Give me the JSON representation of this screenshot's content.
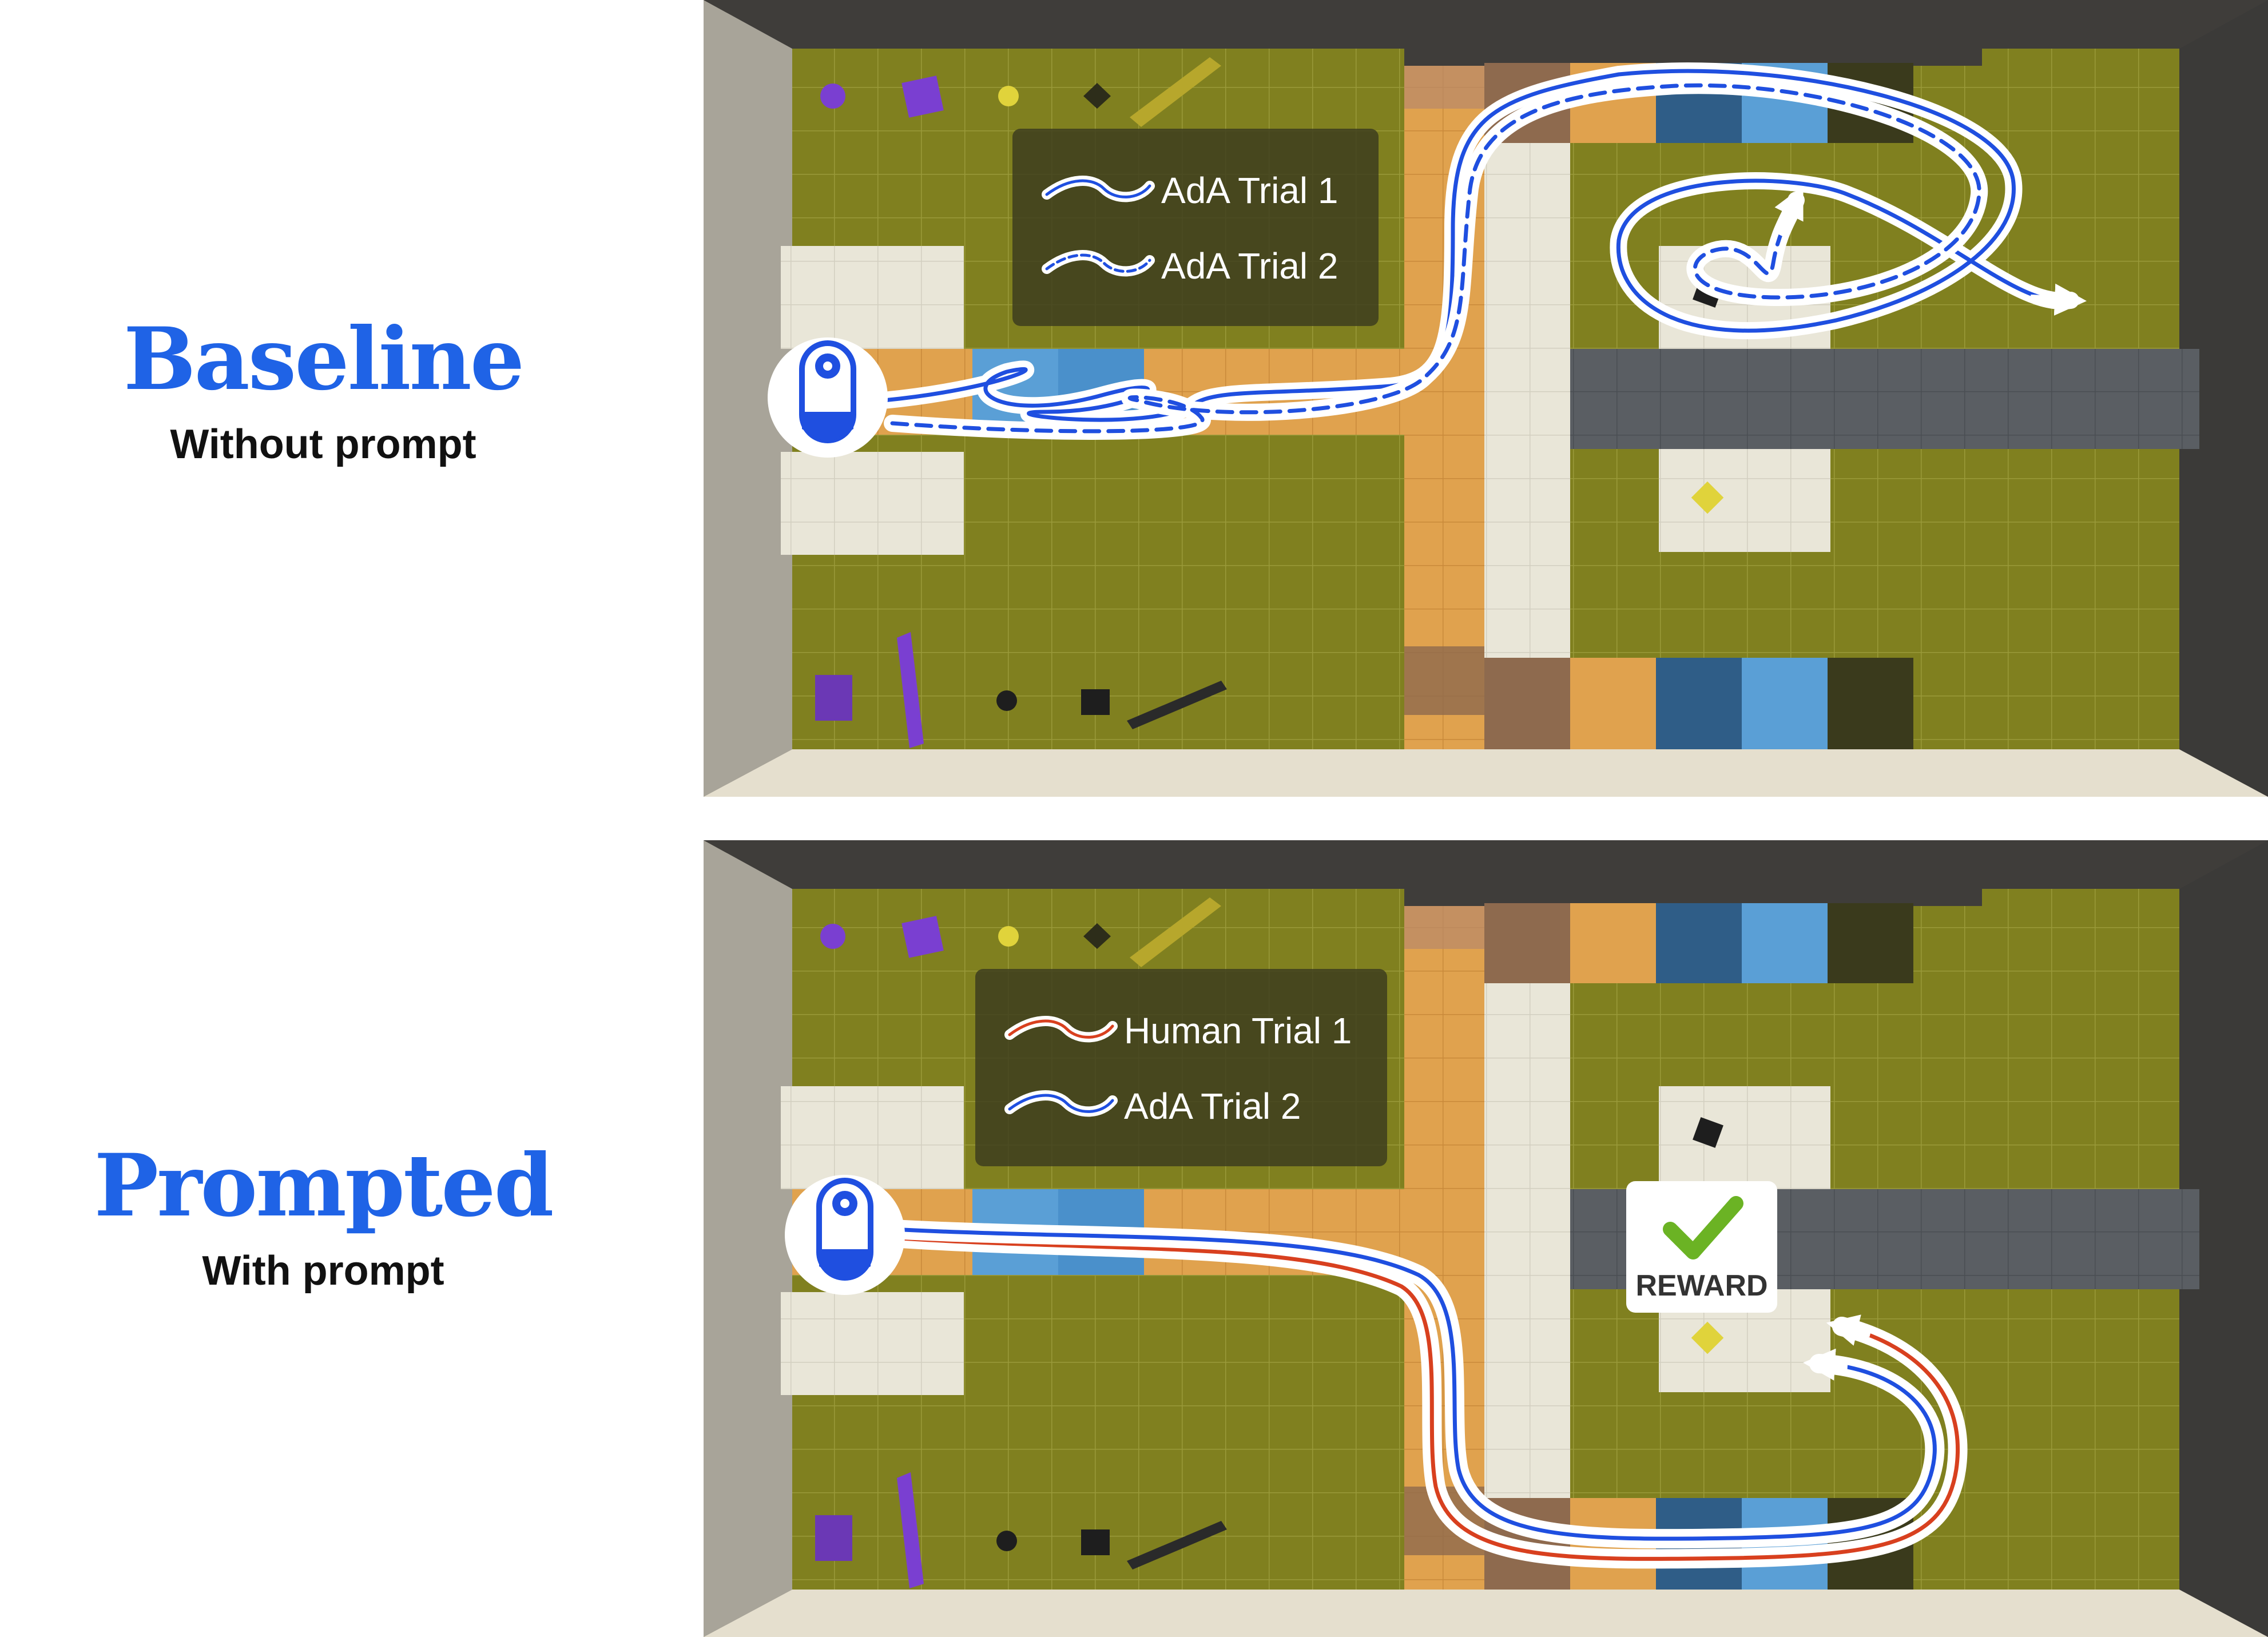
{
  "baseline": {
    "title": "Baseline",
    "subtitle": "Without prompt",
    "legend": [
      {
        "label": "AdA Trial 1",
        "style": "blue-solid"
      },
      {
        "label": "AdA Trial 2",
        "style": "blue-dashed"
      }
    ]
  },
  "prompted": {
    "title": "Prompted",
    "subtitle": "With prompt",
    "legend": [
      {
        "label": "Human Trial 1",
        "style": "red-solid"
      },
      {
        "label": "AdA Trial 2",
        "style": "blue-solid"
      }
    ],
    "reward_label": "REWARD"
  },
  "colors": {
    "title_blue": "#1f63e6",
    "floor_olive": "#7f7f22",
    "trial_blue": "#1f4fe0",
    "trial_red": "#d8401f",
    "reward_check": "#6bb324"
  },
  "icons": [
    "agent-icon",
    "check-icon",
    "arrow-icon"
  ]
}
